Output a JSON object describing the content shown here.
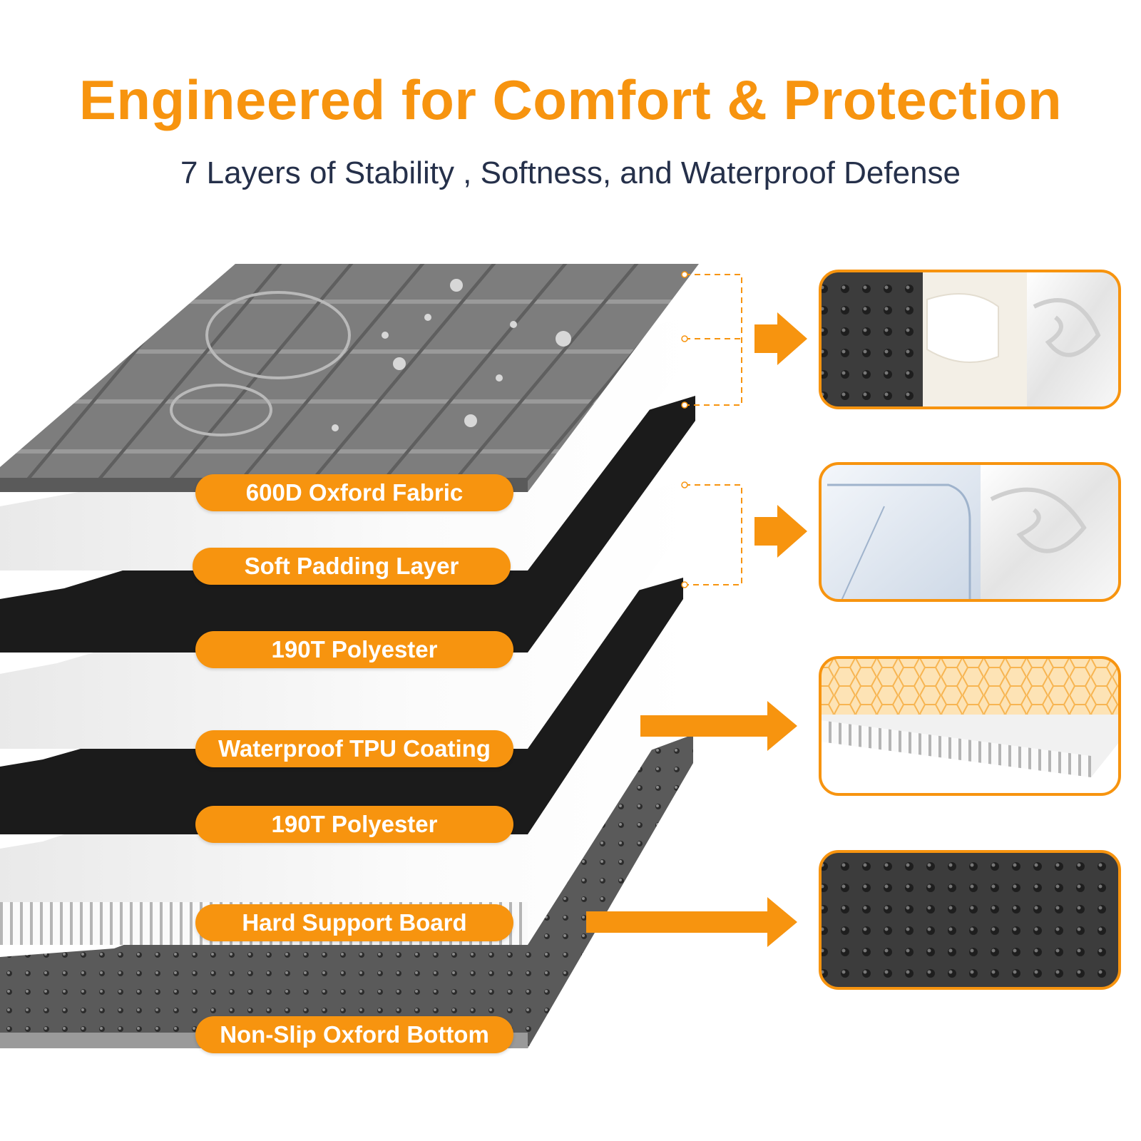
{
  "header": {
    "title": "Engineered for Comfort & Protection",
    "subtitle": "7 Layers of Stability , Softness, and Waterproof Defense"
  },
  "layers": [
    {
      "label": "600D Oxford Fabric",
      "material": "grey quilted oxford fabric"
    },
    {
      "label": "Soft Padding Layer",
      "material": "white padding"
    },
    {
      "label": "190T Polyester",
      "material": "black polyester"
    },
    {
      "label": "Waterproof TPU Coating",
      "material": "white TPU film"
    },
    {
      "label": "190T Polyester",
      "material": "black polyester"
    },
    {
      "label": "Hard Support Board",
      "material": "white corrugated board"
    },
    {
      "label": "Non-Slip Oxford Bottom",
      "material": "grey dotted non-slip fabric"
    }
  ],
  "detail_panels": [
    {
      "name": "detail-oxford-padding-fabric",
      "images": [
        "black quilted fabric with water drops",
        "white padding",
        "white silk fabric"
      ]
    },
    {
      "name": "detail-tpu-fabric",
      "images": [
        "clear TPU film",
        "white silk fabric"
      ]
    },
    {
      "name": "detail-honeycomb-board",
      "images": [
        "honeycomb support board"
      ]
    },
    {
      "name": "detail-non-slip-bottom",
      "images": [
        "dotted non-slip fabric"
      ]
    }
  ],
  "colors": {
    "accent": "#f7940f",
    "subtitle_text": "#25304a",
    "layer_grey": "#7b7b7b",
    "layer_black": "#1b1b1b",
    "layer_white": "#f6f6f6"
  }
}
